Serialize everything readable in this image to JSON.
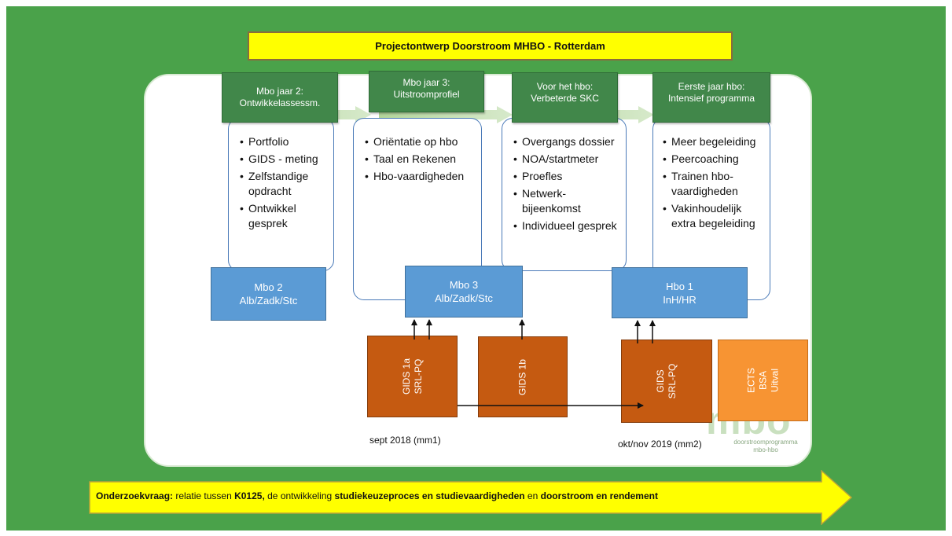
{
  "title": "Projectontwerp Doorstroom MHBO - Rotterdam",
  "stages": [
    {
      "header_line1": "Mbo jaar 2:",
      "header_line2": "Ontwikkelassessm."
    },
    {
      "header_line1": "Mbo jaar 3:",
      "header_line2": "Uitstroomprofiel"
    },
    {
      "header_line1": "Voor het hbo:",
      "header_line2": "Verbeterde SKC"
    },
    {
      "header_line1": "Eerste jaar hbo:",
      "header_line2": "Intensief programma"
    }
  ],
  "lists": [
    [
      "Portfolio",
      "GIDS - meting",
      "Zelfstandige opdracht",
      "Ontwikkel gesprek"
    ],
    [
      "Oriëntatie op hbo",
      "Taal en Rekenen",
      "Hbo-vaardigheden"
    ],
    [
      "Overgangs dossier",
      "NOA/startmeter",
      "Proefles",
      "Netwerk-bijeenkomst",
      "Individueel gesprek"
    ],
    [
      "Meer begeleiding",
      "Peercoaching",
      "Trainen hbo-vaardigheden",
      "Vakinhoudelijk extra begeleiding"
    ]
  ],
  "groups": [
    {
      "line1": "Mbo 2",
      "line2": "Alb/Zadk/Stc"
    },
    {
      "line1": "Mbo 3",
      "line2": "Alb/Zadk/Stc"
    },
    {
      "line1": "Hbo 1",
      "line2": "InH/HR"
    }
  ],
  "measurements": [
    {
      "line1": "GIDS 1a",
      "line2": "SRL-PQ"
    },
    {
      "line1": "GIDS 1b",
      "line2": ""
    },
    {
      "line1": "GIDS",
      "line2": "SRL-PQ"
    },
    {
      "line1": "ECTS",
      "line2": "BSA",
      "line3": "Uitval"
    }
  ],
  "dates": {
    "first": "sept 2018 (mm1)",
    "second": "okt/nov 2019 (mm2)"
  },
  "watermark": {
    "big": "mbo",
    "small_line1": "doorstroomprogramma",
    "small_line2": "mbo-hbo"
  },
  "research_question": {
    "label": "Onderzoekvraag:",
    "part1": " relatie tussen ",
    "bold1": "K0125,",
    "part2": " de ontwikkeling ",
    "bold2": "studiekeuzeproces en studievaardigheden",
    "part3": " en ",
    "bold3": "doorstroom en rendement"
  },
  "colors": {
    "background": "#4aa24a",
    "title_fill": "#ffff00",
    "header_green": "#41874a",
    "blue_box": "#5b9bd5",
    "orange_box": "#c55a11",
    "light_orange_box": "#f79433",
    "arrow_yellow": "#ffff00"
  }
}
